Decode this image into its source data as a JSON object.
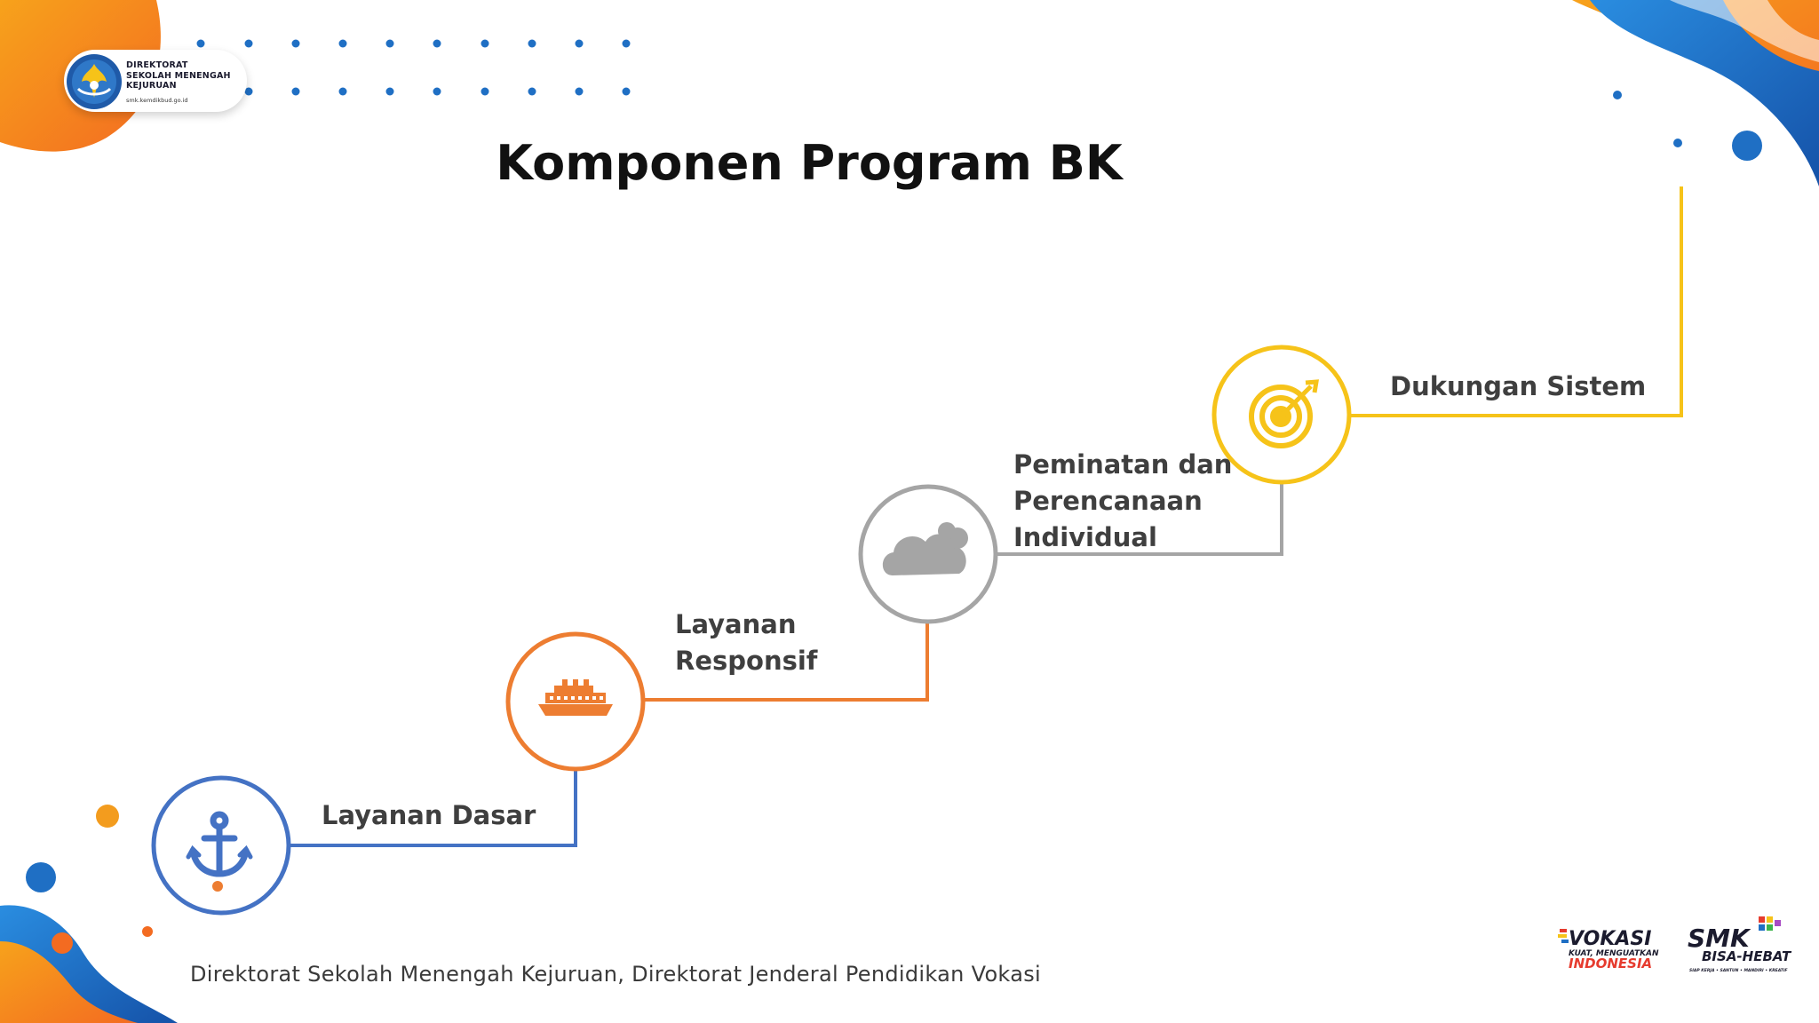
{
  "header": {
    "logo": {
      "line1": "DIREKTORAT",
      "line2": "SEKOLAH MENENGAH",
      "line3": "KEJURUAN",
      "url": "smk.kemdikbud.go.id"
    }
  },
  "title": "Komponen Program BK",
  "steps": [
    {
      "label_lines": [
        "Layanan Dasar"
      ],
      "icon": "anchor-icon",
      "color": "#4472c4"
    },
    {
      "label_lines": [
        "Layanan",
        "Responsif"
      ],
      "icon": "ship-icon",
      "color": "#ed7d31"
    },
    {
      "label_lines": [
        "Peminatan dan",
        "Perencanaan",
        "Individual"
      ],
      "icon": "cloud-icon",
      "color": "#a5a5a5"
    },
    {
      "label_lines": [
        "Dukungan Sistem"
      ],
      "icon": "target-icon",
      "color": "#f6c319"
    }
  ],
  "footer": {
    "text": "Direktorat Sekolah Menengah Kejuruan, Direktorat Jenderal Pendidikan Vokasi",
    "vokasi_logo": {
      "word": "VOKASI",
      "tagline1": "KUAT, MENGUATKAN",
      "tagline2": "INDONESIA"
    },
    "smk_logo": {
      "word": "SMK",
      "tagline": "BISA-HEBAT",
      "sub": "SIAP KERJA • SANTUN • MANDIRI • KREATIF"
    }
  },
  "colors": {
    "blue": "#4472c4",
    "orange": "#ed7d31",
    "gray": "#a5a5a5",
    "yellow": "#f6c319",
    "decor_blue": "#1f6fc4",
    "decor_orange": "#f39c1e"
  }
}
